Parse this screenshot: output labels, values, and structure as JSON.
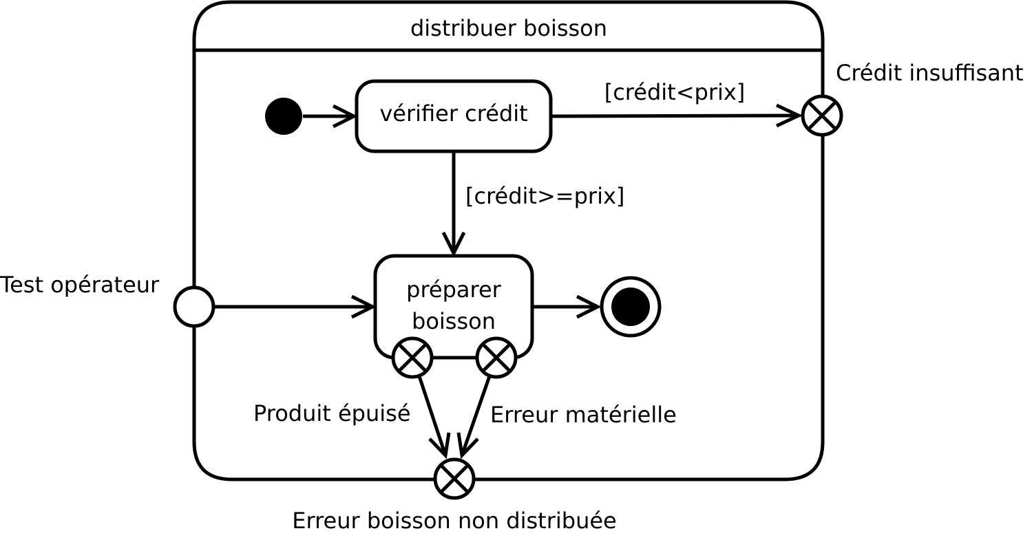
{
  "composite_state": {
    "title": "distribuer boisson"
  },
  "states": {
    "verifier": "vérifier crédit",
    "preparer_line1": "préparer",
    "preparer_line2": "boisson"
  },
  "guards": {
    "insufficient": "[crédit<prix]",
    "sufficient": "[crédit>=prix]"
  },
  "pseudostate_labels": {
    "exit_credit": "Crédit insuffisant",
    "entry_test": "Test opérateur",
    "exit_product": "Produit épuisé",
    "exit_hardware": "Erreur matérielle",
    "exit_error": "Erreur boisson non distribuée"
  }
}
